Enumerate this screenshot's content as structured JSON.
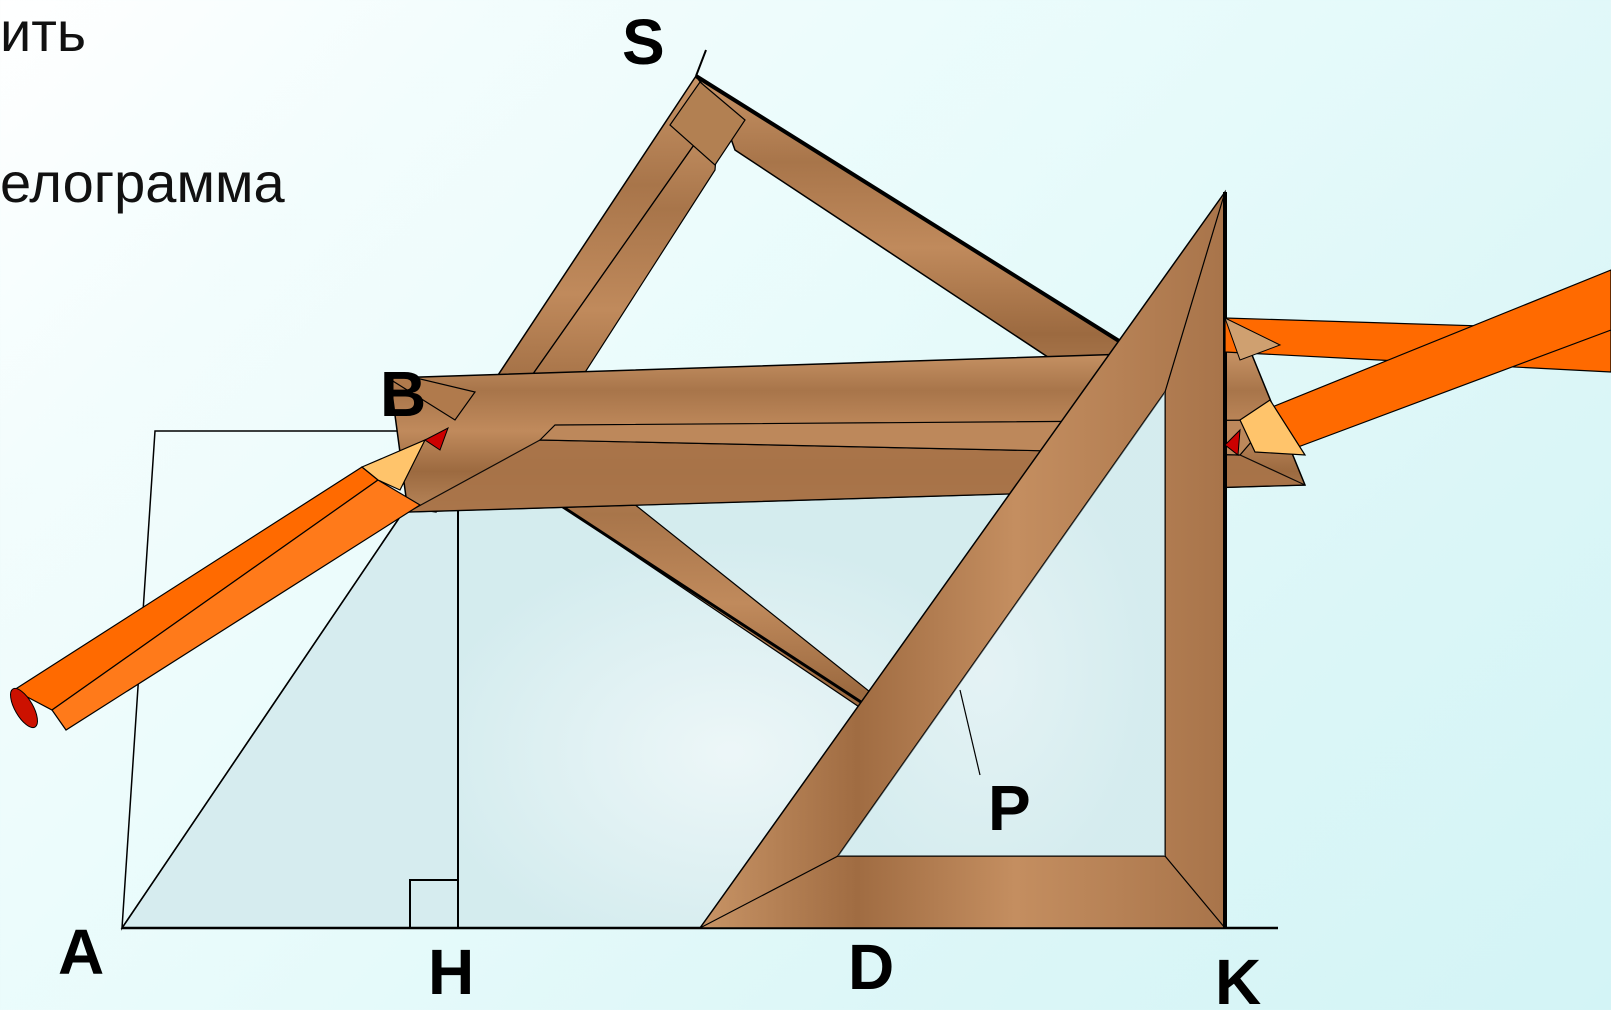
{
  "slide": {
    "text_line_1": "ить",
    "text_line_2": "елограмма"
  },
  "labels": {
    "A": "A",
    "B": "B",
    "H": "H",
    "D": "D",
    "K": "K",
    "S": "S",
    "P": "P"
  },
  "colors": {
    "wood": "#b07d52",
    "pencil": "#ff6a00",
    "pencil_tip": "#ffbf5a",
    "lead": "#cc0000",
    "figure_fill": "#d8eef0",
    "line": "#000000"
  }
}
